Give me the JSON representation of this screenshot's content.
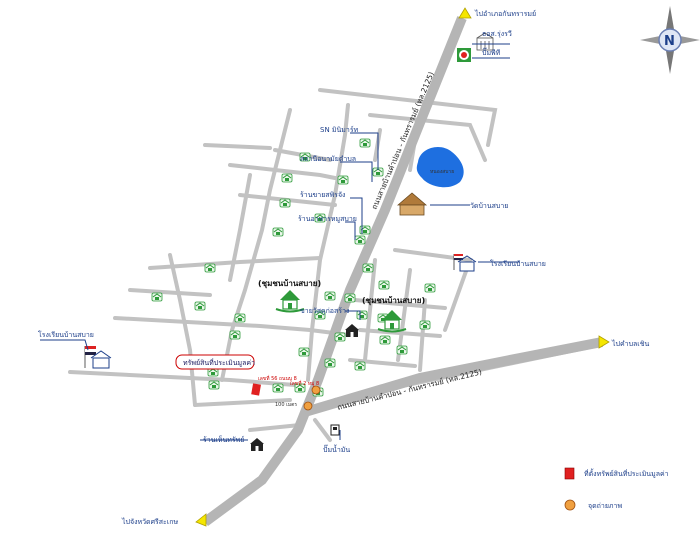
{
  "labels": {
    "north_dest": "ไปอำเภอกันทรารมย์",
    "east_dest": "ไปคำบลเชิน",
    "south_dest": "ไปจังหวัดศรีสะเกษ",
    "road_north": "ถนนสายบ้านคำปอน - กันทรารมย์ (ทล.2125)",
    "road_south": "ถนนสายบ้านคำปอน - กันทรารมย์ (ทล.2125)",
    "compass_letter": "N",
    "community_west": "(ชุมชนบ้านสบาย)",
    "community_east": "(ชุมชนบ้านสบาย)",
    "subject_property": "ทรัพย์สินที่ประเมินมูลค่า",
    "road_label_1": "เลขที่ 56 ถนนบู 8",
    "road_label_2": "เลขที่ 2 หมู่ 8",
    "distance": "100 เมตร"
  },
  "landmarks": {
    "bank": "ธอส.รุ่งรวี",
    "pts": "ปั๊มพีที",
    "sn_shop": "SN มินิมาร์ท",
    "health_center": "สถานีอนามัยตำบล",
    "lake": "หนองสบาย",
    "sabai_shop": "ร้านขายสพิรจัง",
    "temple": "วัดบ้านสบาย",
    "restaurant": "ร้านอาหารหมูสบาย",
    "school_east": "โรงเรียนบ้านสบาย",
    "mill": "ขายวัสดุก่อสร้าง",
    "school_west": "โรงเรียนบ้านสบาย",
    "repair_shop": "ร้านเห็นทรัพย์",
    "gas_station": "ปั๊มน้ำมัน"
  },
  "legend": {
    "subject_label": "ที่ตั้งทรัพย์สินที่ประเมินมูลค่า",
    "photo_label": "จุดถ่ายภาพ"
  },
  "colors": {
    "road": "#c2c2c2",
    "leader": "#1d3f8a",
    "lake": "#1e6fe0",
    "house_roof": "#2e9a3a",
    "subject": "#e02020",
    "photo_point": "#f0a040",
    "arrow": "#f5e600"
  }
}
